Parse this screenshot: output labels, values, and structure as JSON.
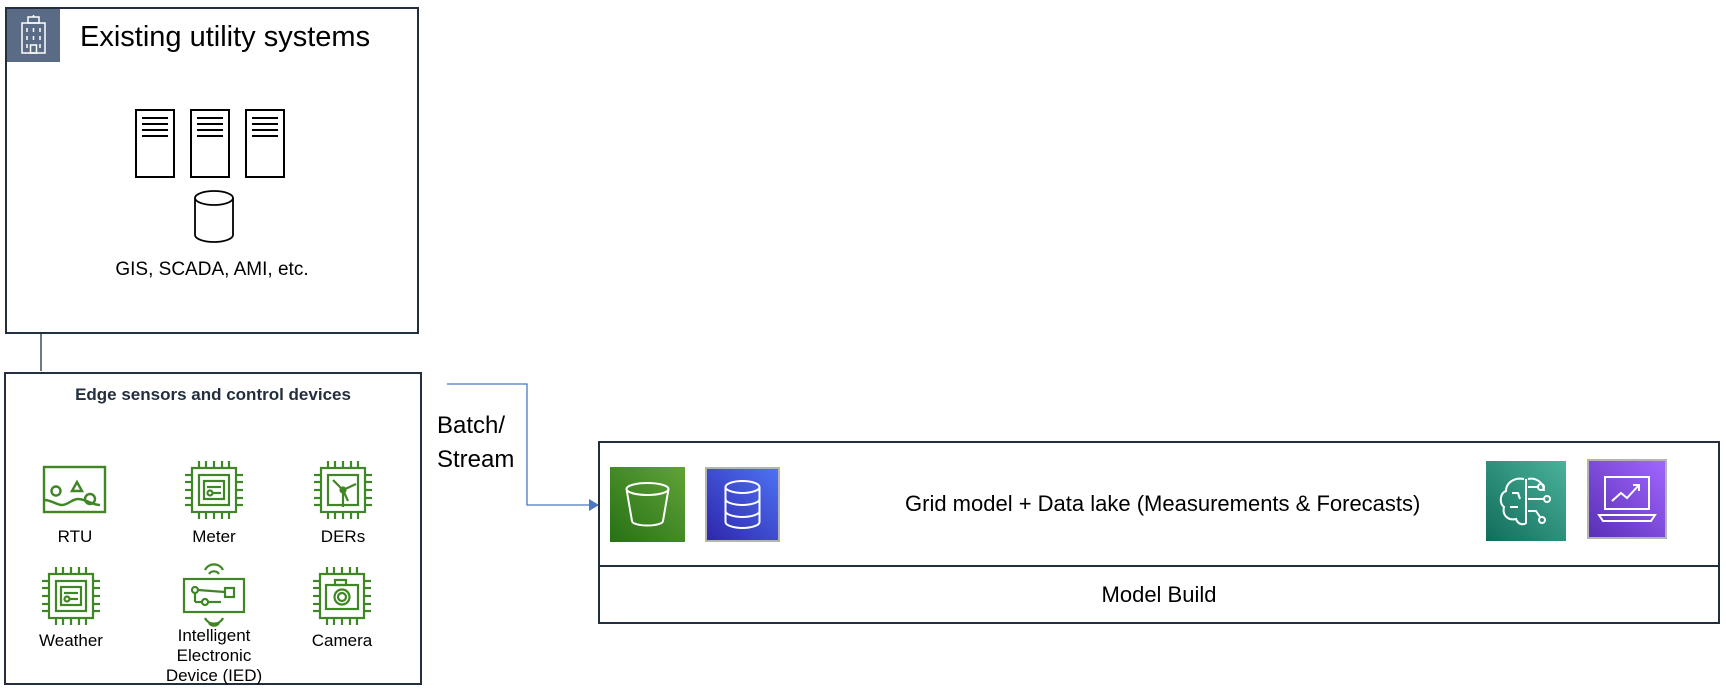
{
  "utility_box": {
    "title": "Existing utility systems",
    "systems_label": "GIS, SCADA, AMI, etc.",
    "icon": "building-icon",
    "accent": "#5a6b86"
  },
  "edge_box": {
    "title": "Edge sensors and control devices",
    "devices": [
      {
        "label": "RTU",
        "icon": "rtu-map-icon"
      },
      {
        "label": "Meter",
        "icon": "meter-chip-icon"
      },
      {
        "label": "DERs",
        "icon": "der-turbine-icon"
      },
      {
        "label": "Weather",
        "icon": "weather-chip-icon"
      },
      {
        "label": "Intelligent Electronic Device (IED)",
        "icon": "ied-circuit-icon"
      },
      {
        "label": "Camera",
        "icon": "camera-chip-icon"
      }
    ],
    "device_color": "#3f8624"
  },
  "flow": {
    "label_line1": "Batch/",
    "label_line2": "Stream",
    "arrow_color": "#4a78c2"
  },
  "model_box": {
    "title": "Grid model + Data lake (Measurements & Forecasts)",
    "footer": "Model Build",
    "services": [
      {
        "icon": "s3-bucket-icon",
        "color": "#3f8624"
      },
      {
        "icon": "database-icon",
        "color": "#3b48cc"
      },
      {
        "icon": "ml-brain-icon",
        "color": "#1e8a6e"
      },
      {
        "icon": "analytics-laptop-icon",
        "color": "#7a3fd0"
      }
    ]
  }
}
